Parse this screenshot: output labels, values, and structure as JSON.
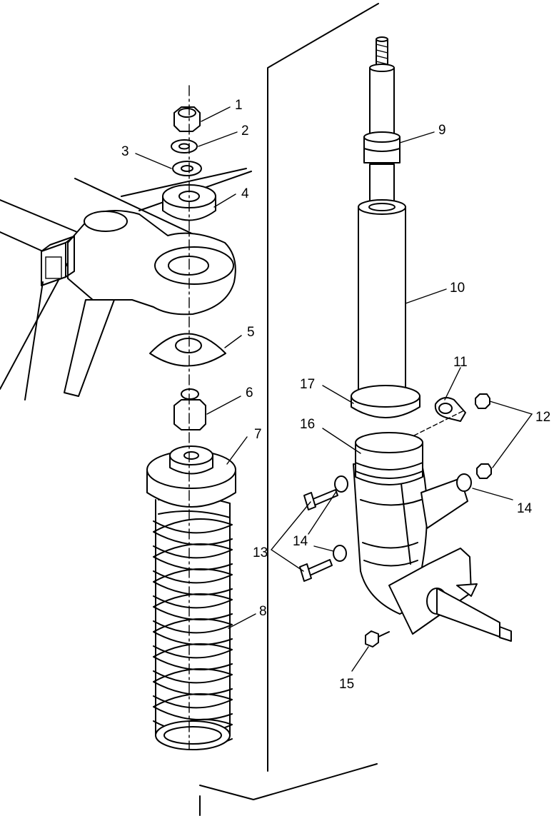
{
  "callouts": {
    "c1": "1",
    "c2": "2",
    "c3": "3",
    "c4": "4",
    "c5": "5",
    "c6": "6",
    "c7": "7",
    "c8": "8",
    "c9": "9",
    "c10": "10",
    "c11": "11",
    "c12": "12",
    "c13": "13",
    "c14a": "14",
    "c14b": "14",
    "c15": "15",
    "c16": "16",
    "c17": "17"
  },
  "colors": {
    "line": "#000000",
    "fill": "#ffffff",
    "background": "#ffffff"
  }
}
